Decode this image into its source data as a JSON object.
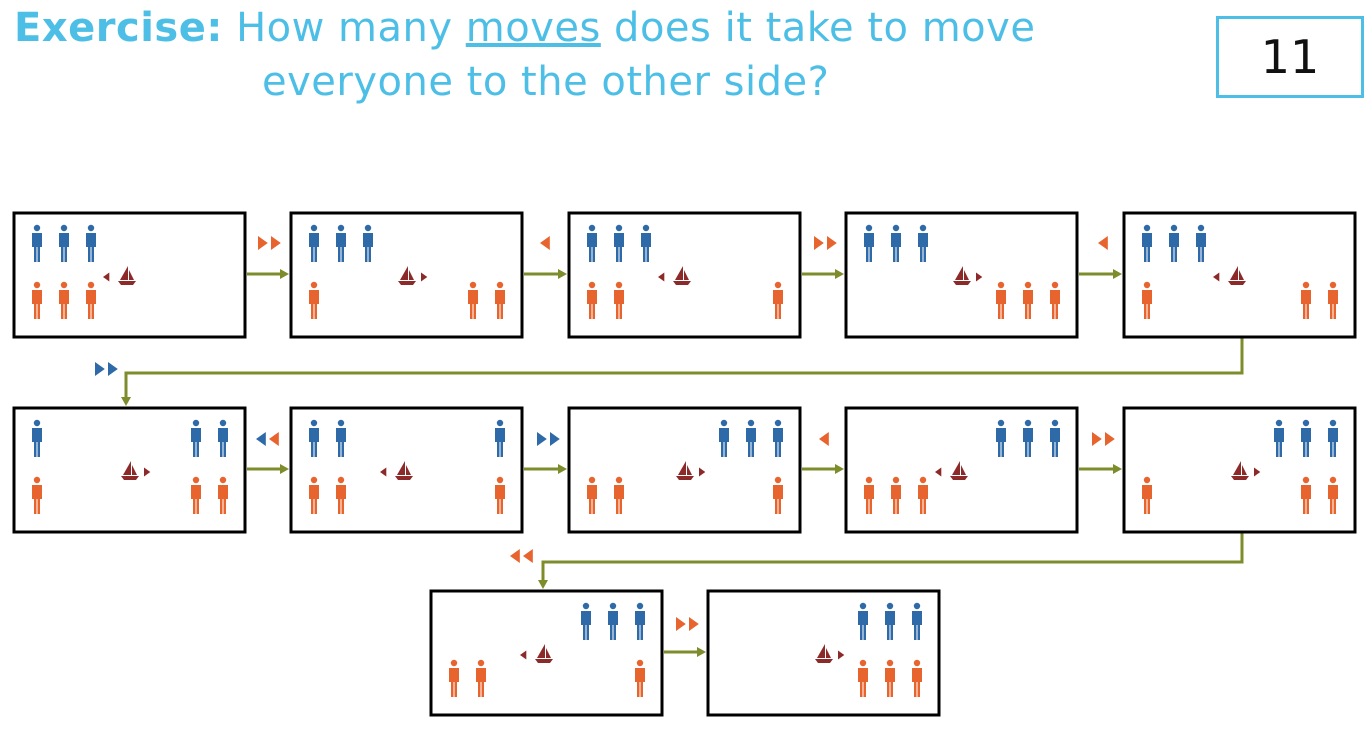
{
  "header": {
    "label": "Exercise:",
    "question_part1": "How many",
    "question_underlined": "moves",
    "question_part2": "does it take to move",
    "question_line2": "everyone to the other side?"
  },
  "answer_box": {
    "value": "11"
  },
  "colors": {
    "title": "#4dbfe6",
    "missionary": "#2f6aa8",
    "cannibal": "#e8642e",
    "boat": "#8c2a2a",
    "connector": "#7f8c2c",
    "frame": "#000000"
  },
  "states": [
    {
      "left_m": 3,
      "left_c": 3,
      "right_m": 0,
      "right_c": 0,
      "boat_side": "left",
      "boat_arrow": "left"
    },
    {
      "left_m": 3,
      "left_c": 1,
      "right_m": 0,
      "right_c": 2,
      "boat_side": "right",
      "boat_arrow": "right"
    },
    {
      "left_m": 3,
      "left_c": 2,
      "right_m": 0,
      "right_c": 1,
      "boat_side": "left",
      "boat_arrow": "left"
    },
    {
      "left_m": 3,
      "left_c": 0,
      "right_m": 0,
      "right_c": 3,
      "boat_side": "right",
      "boat_arrow": "right"
    },
    {
      "left_m": 3,
      "left_c": 1,
      "right_m": 0,
      "right_c": 2,
      "boat_side": "left",
      "boat_arrow": "left"
    },
    {
      "left_m": 1,
      "left_c": 1,
      "right_m": 2,
      "right_c": 2,
      "boat_side": "right",
      "boat_arrow": "right"
    },
    {
      "left_m": 2,
      "left_c": 2,
      "right_m": 1,
      "right_c": 1,
      "boat_side": "left",
      "boat_arrow": "left"
    },
    {
      "left_m": 0,
      "left_c": 2,
      "right_m": 3,
      "right_c": 1,
      "boat_side": "right",
      "boat_arrow": "right"
    },
    {
      "left_m": 0,
      "left_c": 3,
      "right_m": 3,
      "right_c": 0,
      "boat_side": "left",
      "boat_arrow": "left"
    },
    {
      "left_m": 0,
      "left_c": 1,
      "right_m": 3,
      "right_c": 2,
      "boat_side": "right",
      "boat_arrow": "right"
    },
    {
      "left_m": 0,
      "left_c": 2,
      "right_m": 3,
      "right_c": 1,
      "boat_side": "left",
      "boat_arrow": "left"
    },
    {
      "left_m": 0,
      "left_c": 0,
      "right_m": 3,
      "right_c": 3,
      "boat_side": "right",
      "boat_arrow": "right"
    }
  ],
  "moves": [
    {
      "passengers": [
        "cannibal",
        "cannibal"
      ],
      "direction": "right"
    },
    {
      "passengers": [
        "cannibal"
      ],
      "direction": "left"
    },
    {
      "passengers": [
        "cannibal",
        "cannibal"
      ],
      "direction": "right"
    },
    {
      "passengers": [
        "cannibal"
      ],
      "direction": "left"
    },
    {
      "passengers": [
        "missionary",
        "missionary"
      ],
      "direction": "right"
    },
    {
      "passengers": [
        "missionary",
        "cannibal"
      ],
      "direction": "left"
    },
    {
      "passengers": [
        "missionary",
        "missionary"
      ],
      "direction": "right"
    },
    {
      "passengers": [
        "cannibal"
      ],
      "direction": "left"
    },
    {
      "passengers": [
        "cannibal",
        "cannibal"
      ],
      "direction": "right"
    },
    {
      "passengers": [
        "cannibal",
        "cannibal"
      ],
      "direction": "left"
    },
    {
      "passengers": [
        "cannibal",
        "cannibal"
      ],
      "direction": "right"
    }
  ]
}
